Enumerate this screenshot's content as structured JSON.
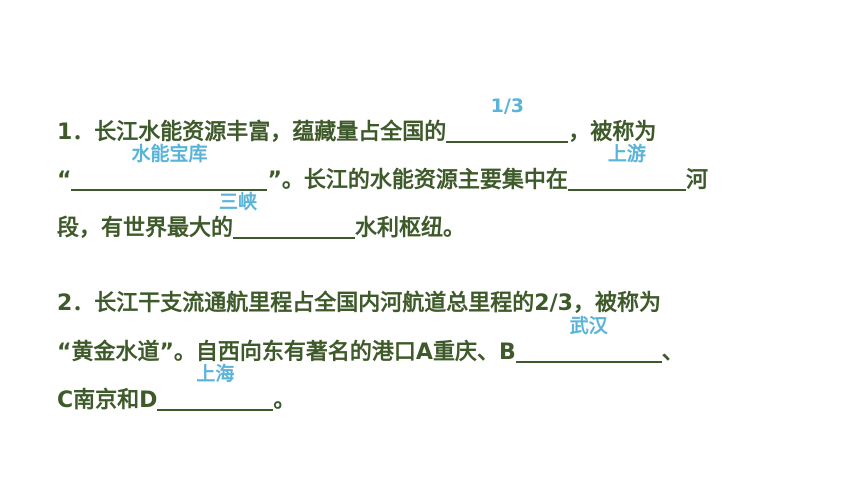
{
  "q1": {
    "line1_a": "1．长江水能资源丰富，蕴藏量占全国的",
    "answer1": "1/3",
    "line1_b": "，被称为",
    "line2_a": "“",
    "answer2": "水能宝库",
    "line2_b": "”。长江的水能资源主要集中在",
    "answer3": "上游",
    "line2_c": "河",
    "line3_a": "段，有世界最大的",
    "answer4": "三峡",
    "line3_b": "水利枢纽。"
  },
  "q2": {
    "line1": "2．长江干支流通航里程占全国内河航道总里程的2/3，被称为",
    "line2_a": "“黄金水道”。自西向东有著名的港口A重庆、B",
    "answer1": "武汉",
    "line2_b": "、",
    "line3_a": "C南京和D",
    "answer2": "上海",
    "line3_b": "。"
  }
}
